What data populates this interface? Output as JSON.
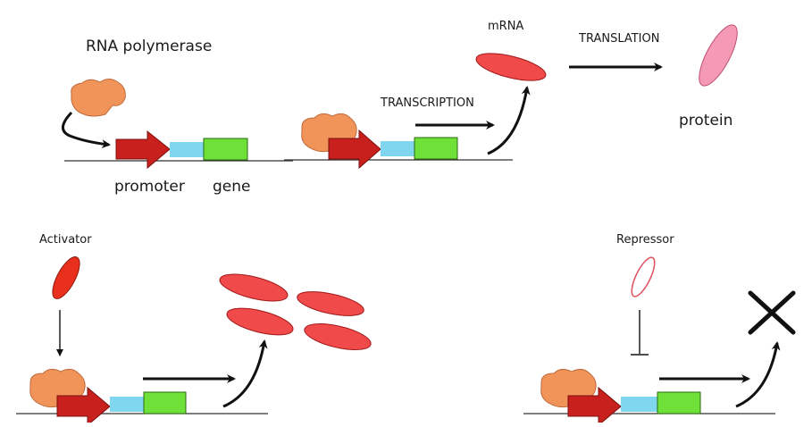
{
  "labels": {
    "rna_polymerase": "RNA polymerase",
    "promoter": "promoter",
    "gene": "gene",
    "mrna": "mRNA",
    "transcription": "TRANSCRIPTION",
    "translation": "TRANSLATION",
    "protein": "protein",
    "activator": "Activator",
    "repressor": "Repressor"
  },
  "colors": {
    "polymerase": "#f0945a",
    "promoter_arrow": "#c8201c",
    "spacer": "#7fd6ee",
    "gene": "#6ee038",
    "mrna": "#f04a4a",
    "protein": "#f59ab5",
    "activator": "#e8301c",
    "line": "#333333"
  },
  "icons": [
    "arrow-icon",
    "curved-arrow-icon",
    "inhibition-bar-icon",
    "cross-icon"
  ]
}
